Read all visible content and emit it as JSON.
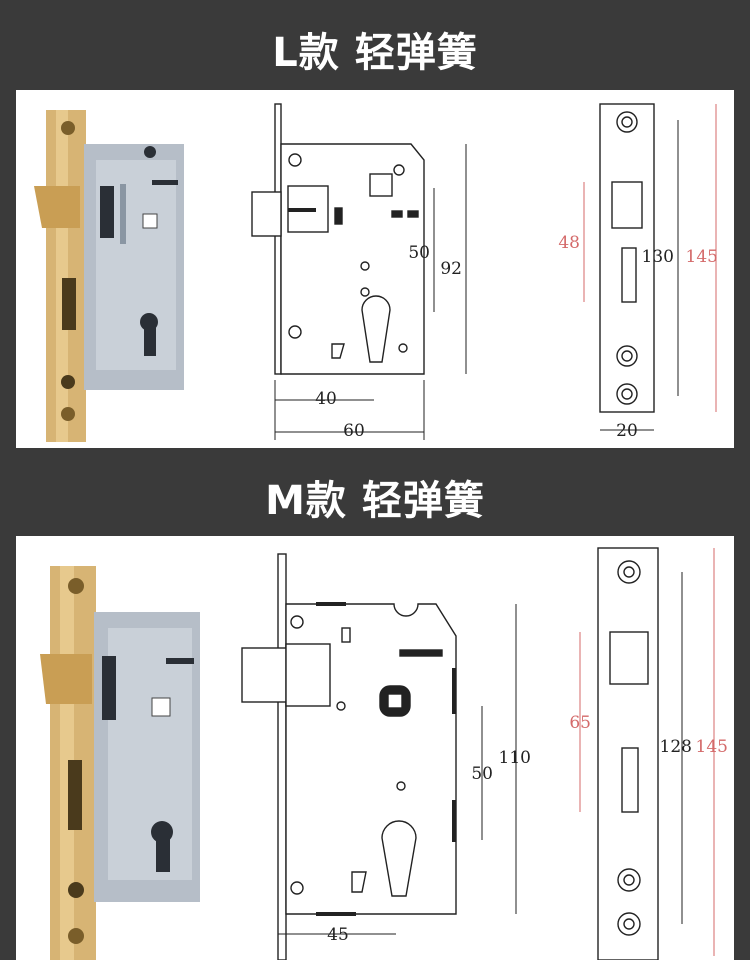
{
  "sections": [
    {
      "title": "L款 轻弹簧",
      "body_dims": {
        "backset": "40",
        "width": "60",
        "centers": "50",
        "height": "92"
      },
      "faceplate_dims": {
        "latch": "48",
        "inner": "130",
        "outer": "145",
        "width": "20"
      }
    },
    {
      "title": "M款 轻弹簧",
      "body_dims": {
        "backset": "45",
        "centers": "50",
        "height": "110"
      },
      "faceplate_dims": {
        "latch": "65",
        "inner": "128",
        "outer": "145"
      }
    }
  ]
}
